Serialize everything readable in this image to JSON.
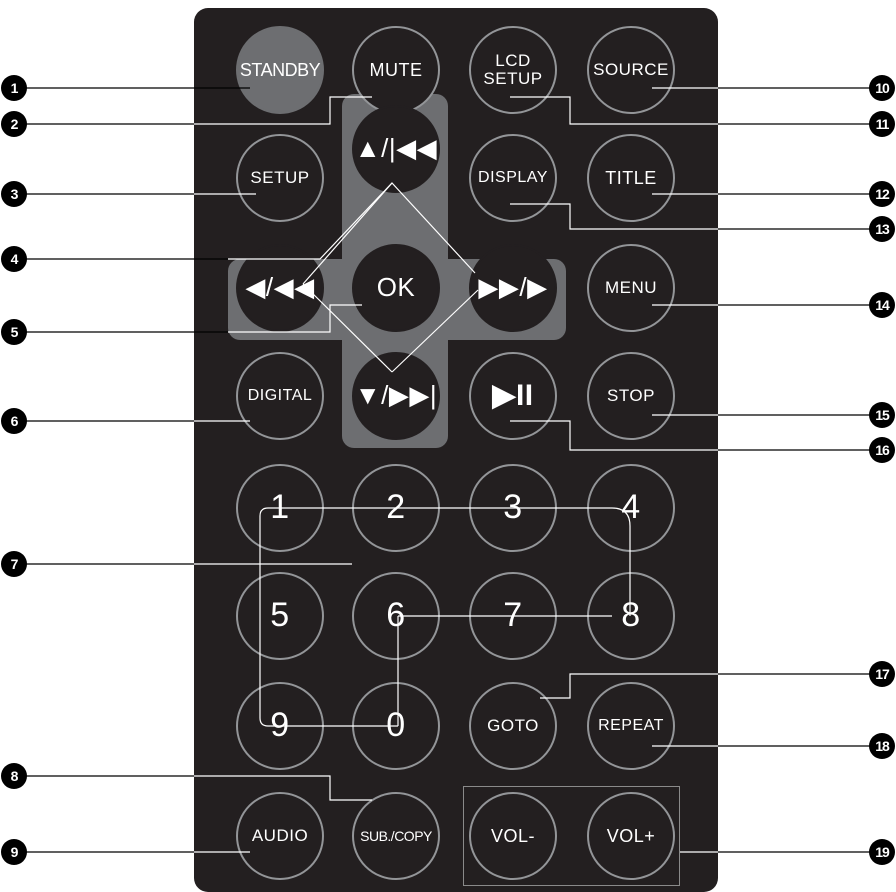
{
  "colors": {
    "remote_body": "#231f20",
    "button_ring": "#939598",
    "standby_fill": "#6d6e71",
    "dpad_fill": "#6d6e71",
    "leader_line": "#ffffff",
    "outside_line": "#000000"
  },
  "buttons": {
    "standby": "STANDBY",
    "mute": "MUTE",
    "lcd_setup": "LCD\nSETUP",
    "source": "SOURCE",
    "setup": "SETUP",
    "up_prev": "▲/|◀◀",
    "display": "DISPLAY",
    "title": "TITLE",
    "left_rew": "◀/◀◀",
    "ok": "OK",
    "right_ff": "▶▶/▶",
    "menu": "MENU",
    "digital": "DIGITAL",
    "down_next": "▼/▶▶|",
    "play_pause": "▶II",
    "stop": "STOP",
    "num_1": "1",
    "num_2": "2",
    "num_3": "3",
    "num_4": "4",
    "num_5": "5",
    "num_6": "6",
    "num_7": "7",
    "num_8": "8",
    "num_9": "9",
    "num_0": "0",
    "goto": "GOTO",
    "repeat": "REPEAT",
    "audio": "AUDIO",
    "sub_copy": "SUB./COPY",
    "vol_minus": "VOL-",
    "vol_plus": "VOL+"
  },
  "callouts": [
    "1",
    "2",
    "3",
    "4",
    "5",
    "6",
    "7",
    "8",
    "9",
    "10",
    "11",
    "12",
    "13",
    "14",
    "15",
    "16",
    "17",
    "18",
    "19"
  ]
}
